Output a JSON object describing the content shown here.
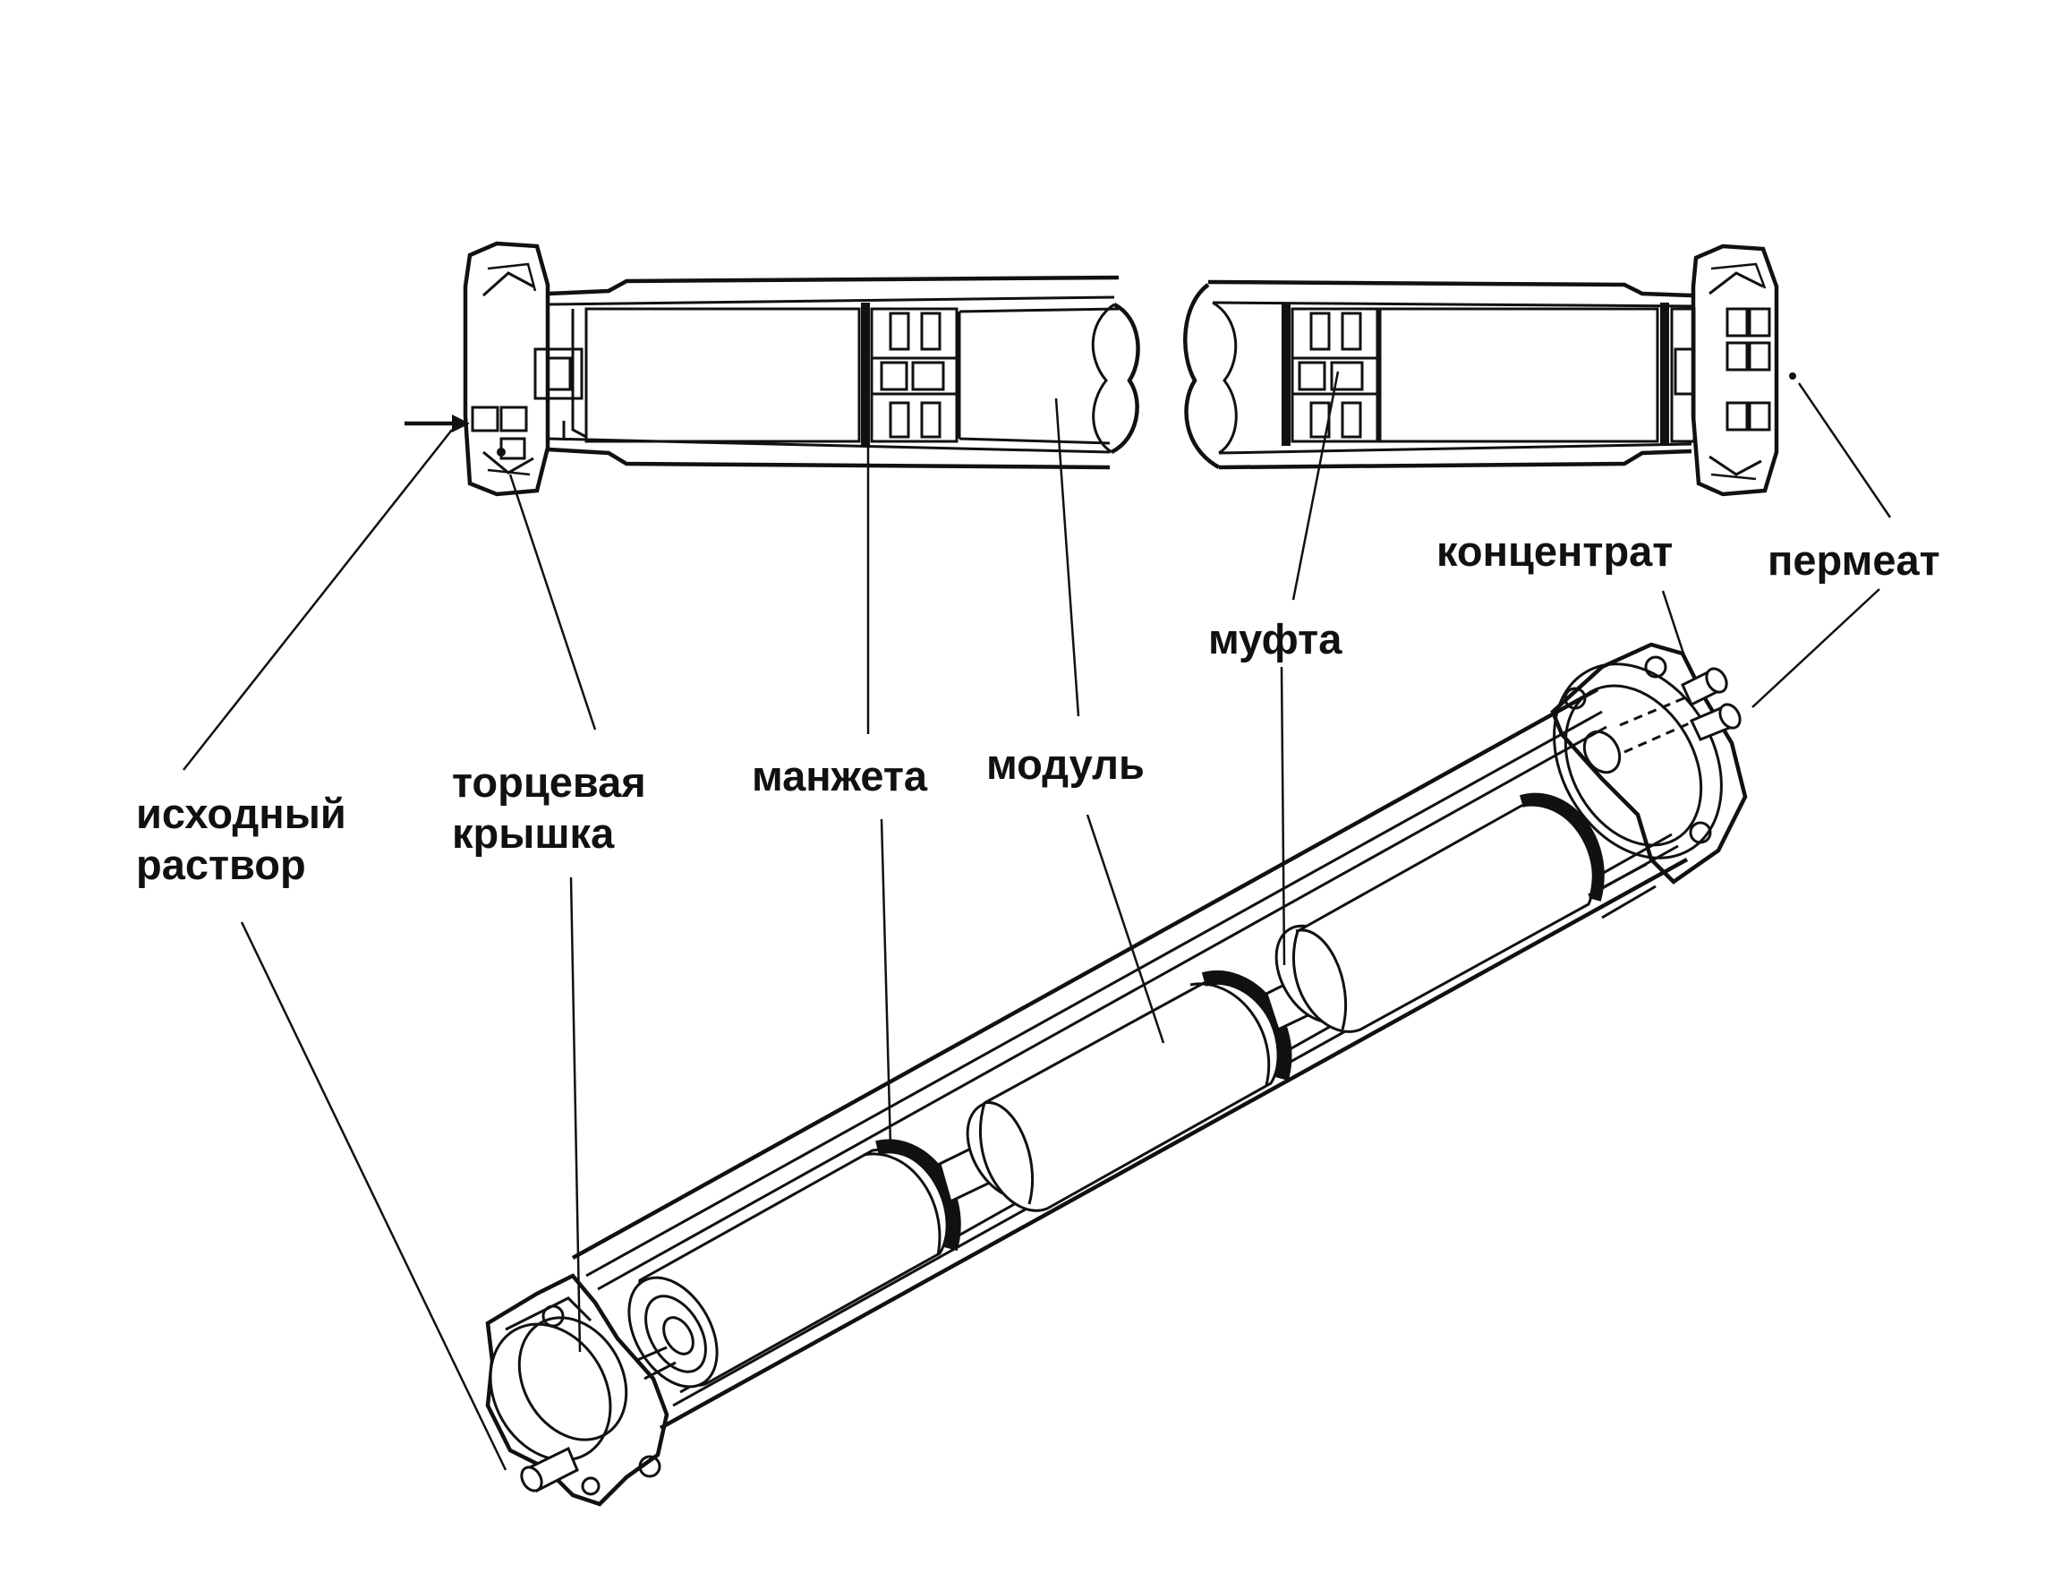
{
  "labels": {
    "feed": [
      "исходный",
      "раствор"
    ],
    "end_cap": [
      "торцевая",
      "крышка"
    ],
    "cuff": "манжета",
    "module": "модуль",
    "coupling": "муфта",
    "concentrate": "концентрат",
    "permeate": "пермеат"
  }
}
